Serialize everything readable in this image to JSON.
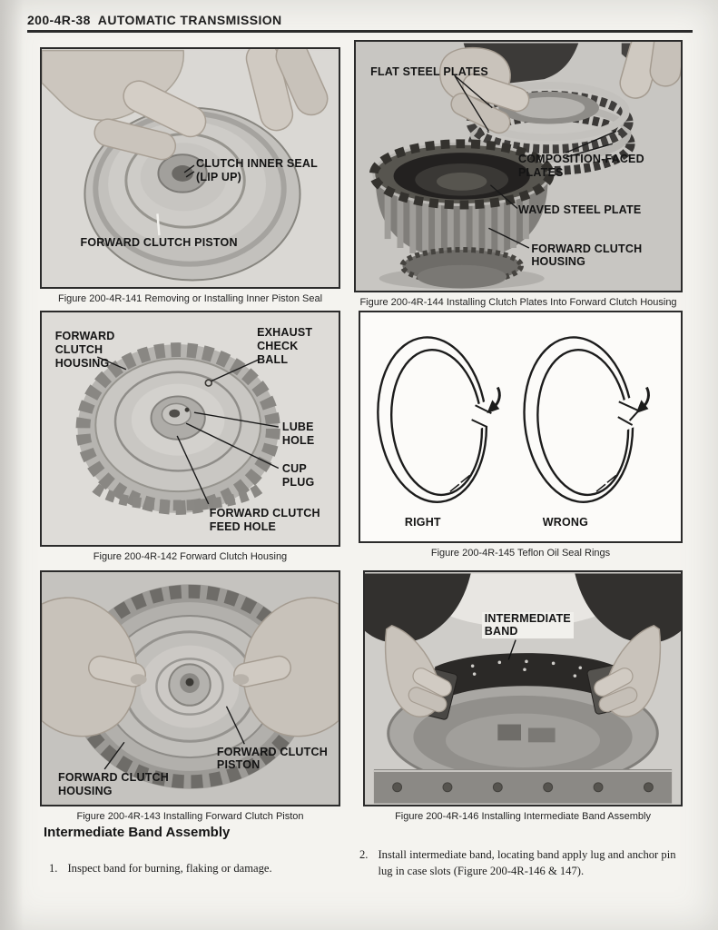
{
  "header": {
    "title": "200-4R-38  AUTOMATIC TRANSMISSION"
  },
  "figures": {
    "fig141": {
      "caption": "Figure 200-4R-141 Removing or Installing Inner Piston Seal",
      "labels": {
        "inner_seal": "CLUTCH INNER SEAL\n(LIP UP)",
        "piston": "FORWARD CLUTCH PISTON"
      }
    },
    "fig144": {
      "caption": "Figure 200-4R-144 Installing Clutch Plates Into Forward Clutch Housing",
      "labels": {
        "flat_steel": "FLAT STEEL PLATES",
        "composition": "COMPOSITION-FACED\nPLATES",
        "waved": "WAVED STEEL PLATE",
        "housing": "FORWARD CLUTCH\nHOUSING"
      }
    },
    "fig142": {
      "caption": "Figure 200-4R-142 Forward Clutch Housing",
      "labels": {
        "housing": "FORWARD\nCLUTCH\nHOUSING",
        "exhaust": "EXHAUST\nCHECK\nBALL",
        "lube": "LUBE\nHOLE",
        "cup": "CUP\nPLUG",
        "feed": "FORWARD CLUTCH\nFEED HOLE"
      }
    },
    "fig145": {
      "caption": "Figure 200-4R-145 Teflon Oil Seal Rings",
      "labels": {
        "right": "RIGHT",
        "wrong": "WRONG"
      }
    },
    "fig143": {
      "caption": "Figure 200-4R-143 Installing Forward Clutch Piston",
      "labels": {
        "piston": "FORWARD CLUTCH\nPISTON",
        "housing": "FORWARD CLUTCH\nHOUSING"
      }
    },
    "fig146": {
      "caption": "Figure 200-4R-146 Installing Intermediate Band Assembly",
      "labels": {
        "band": "INTERMEDIATE\nBAND"
      }
    }
  },
  "section": {
    "title": "Intermediate Band Assembly",
    "steps": [
      {
        "num": "1.",
        "text": "Inspect band for burning, flaking or damage."
      },
      {
        "num": "2.",
        "text": "Install intermediate band, locating band apply lug and anchor pin lug in case slots (Figure 200-4R-146 & 147)."
      }
    ]
  }
}
